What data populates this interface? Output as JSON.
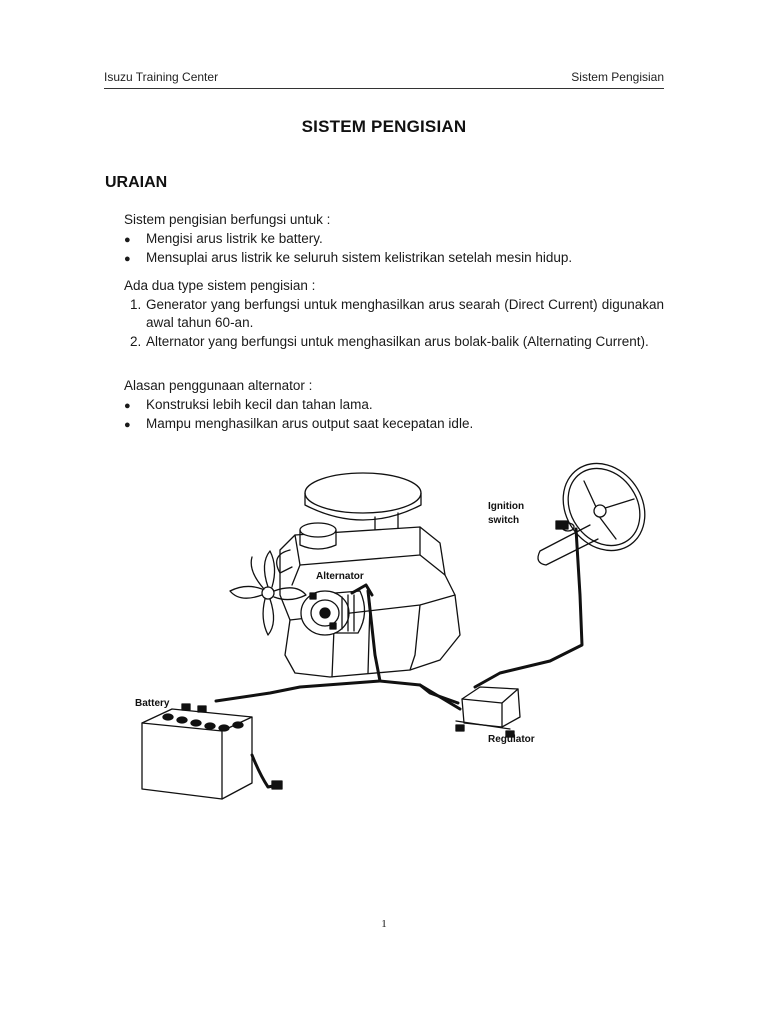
{
  "header": {
    "left": "Isuzu Training Center",
    "right": "Sistem Pengisian"
  },
  "title": "SISTEM PENGISIAN",
  "section_heading": "URAIAN",
  "intro": {
    "lead": "Sistem pengisian berfungsi untuk :",
    "bullets": [
      "Mengisi arus listrik ke battery.",
      "Mensuplai arus listrik ke seluruh sistem kelistrikan  setelah mesin hidup."
    ]
  },
  "types": {
    "lead": "Ada dua type sistem pengisian :",
    "items": [
      {
        "num": "1.",
        "text": "Generator yang berfungsi untuk menghasilkan arus searah (Direct Current) digunakan awal tahun 60-an."
      },
      {
        "num": "2.",
        "text": "Alternator yang berfungsi untuk menghasilkan arus bolak-balik (Alternating Current)."
      }
    ]
  },
  "reasons": {
    "lead": "Alasan penggunaan alternator :",
    "bullets": [
      "Konstruksi lebih kecil dan tahan lama.",
      "Mampu menghasilkan arus output saat kecepatan idle."
    ]
  },
  "figure": {
    "labels": {
      "ignition_1": "Ignition",
      "ignition_2": "switch",
      "alternator": "Alternator",
      "battery": "Battery",
      "regulator": "Regulator"
    }
  },
  "page_number": "1"
}
